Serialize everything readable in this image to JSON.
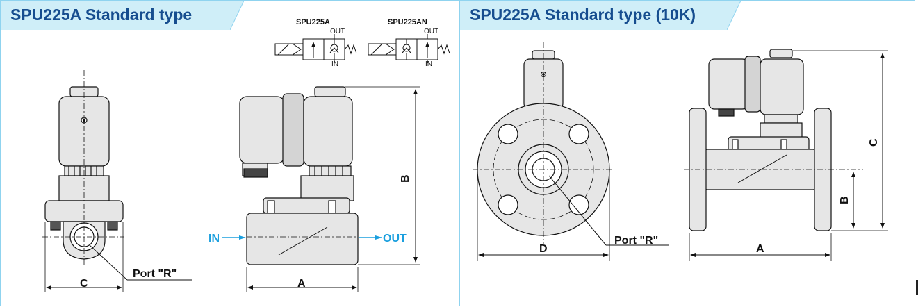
{
  "left_panel": {
    "title": "SPU225A Standard type",
    "symbols": [
      {
        "model": "SPU225A",
        "out_label": "OUT",
        "in_label": "IN"
      },
      {
        "model": "SPU225AN",
        "out_label": "OUT",
        "in_label": "IN"
      }
    ],
    "side_view": {
      "dim_c": "C",
      "port_label": "Port \"R\""
    },
    "front_view": {
      "dim_a": "A",
      "dim_b": "B",
      "in_label": "IN",
      "out_label": "OUT"
    }
  },
  "right_panel": {
    "title": "SPU225A Standard type (10K)",
    "flange_view": {
      "dim_d": "D",
      "port_label": "Port \"R\""
    },
    "side_view": {
      "dim_a": "A",
      "dim_b": "B",
      "dim_c": "C"
    }
  },
  "colors": {
    "title_bg": "#cfeef8",
    "title_text": "#164d8f",
    "border": "#8fd3ef",
    "flow_arrow": "#1a9fde",
    "body_fill": "#e6e6e6"
  }
}
